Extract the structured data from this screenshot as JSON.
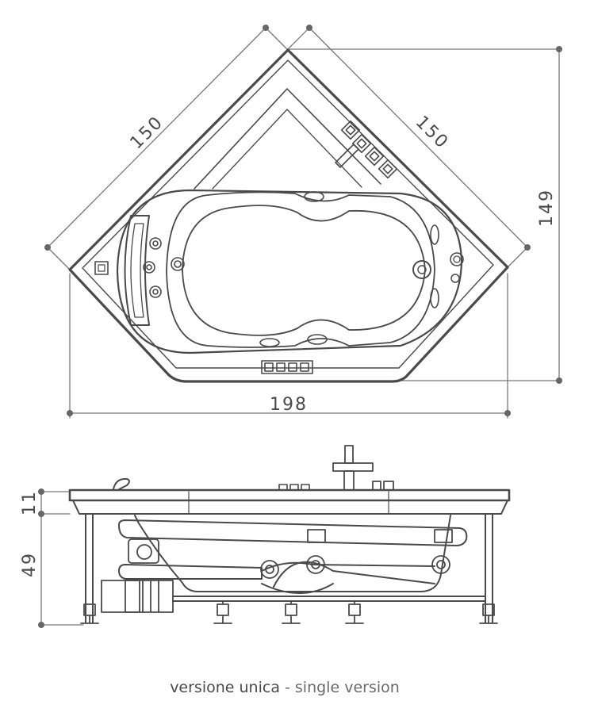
{
  "plan_view": {
    "dim_side_left": "150",
    "dim_side_right": "150",
    "dim_height": "149",
    "dim_width": "198"
  },
  "side_view": {
    "dim_rim": "11",
    "dim_body": "49"
  },
  "caption": {
    "main": "versione unica",
    "separator": " - ",
    "sub": "single version"
  },
  "colors": {
    "line": "#4a4a4a",
    "light_line": "#777777",
    "background": "#ffffff"
  }
}
